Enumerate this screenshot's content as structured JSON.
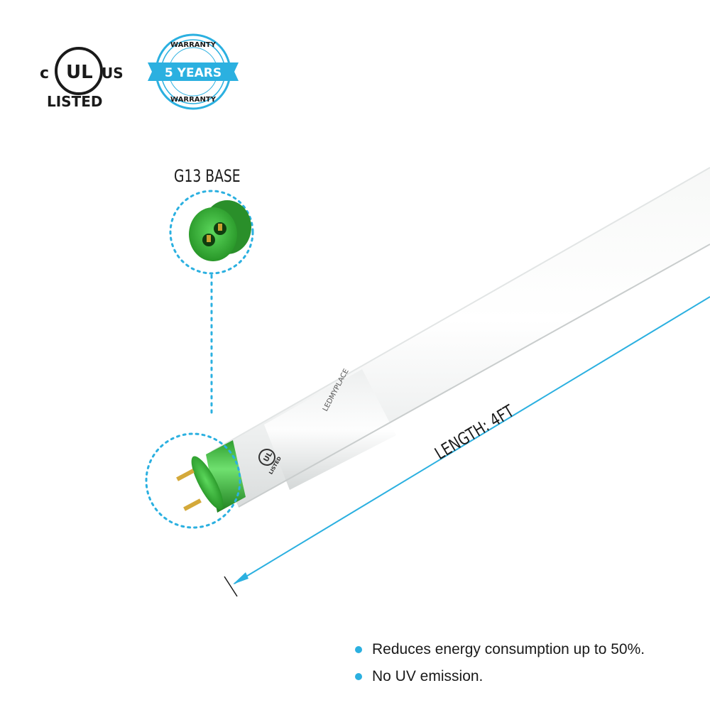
{
  "certification": {
    "left_letter": "c",
    "mark": "UL",
    "right_letters": "US",
    "listed": "LISTED"
  },
  "warranty": {
    "top": "WARRANTY",
    "main": "5 YEARS",
    "bottom": "WARRANTY"
  },
  "base_label": "G13 BASE",
  "length_label": "LENGTH: 4FT",
  "tube_marking": {
    "brand": "LEDMYPLACE",
    "ul_text": "LISTED"
  },
  "features": [
    "Reduces energy consumption up to 50%.",
    "No UV emission."
  ],
  "colors": {
    "accent": "#2bb0e0",
    "end_cap_green": "#3fc23f",
    "text": "#1a1a1a"
  }
}
